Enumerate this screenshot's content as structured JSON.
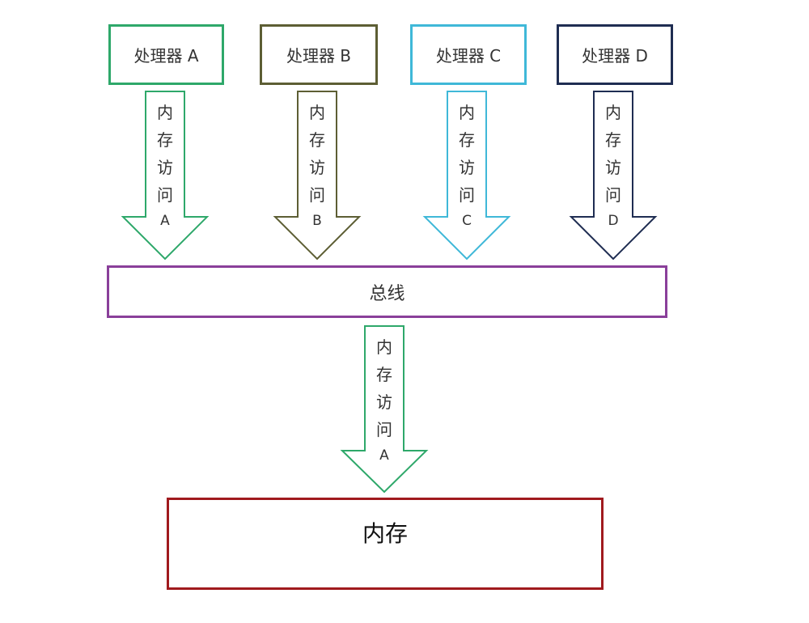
{
  "processors": [
    {
      "label": "处理器 A",
      "color": "#2ea86a"
    },
    {
      "label": "处理器 B",
      "color": "#5d5e34"
    },
    {
      "label": "处理器 C",
      "color": "#3fb8d8"
    },
    {
      "label": "处理器 D",
      "color": "#1f2d52"
    }
  ],
  "access_arrows": [
    {
      "chars": [
        "内",
        "存",
        "访",
        "问"
      ],
      "letter": "A"
    },
    {
      "chars": [
        "内",
        "存",
        "访",
        "问"
      ],
      "letter": "B"
    },
    {
      "chars": [
        "内",
        "存",
        "访",
        "问"
      ],
      "letter": "C"
    },
    {
      "chars": [
        "内",
        "存",
        "访",
        "问"
      ],
      "letter": "D"
    }
  ],
  "bus": {
    "label": "总线",
    "color": "#8a3f9a"
  },
  "bus_to_memory": {
    "chars": [
      "内",
      "存",
      "访",
      "问"
    ],
    "letter": "A",
    "color": "#2ea86a"
  },
  "memory": {
    "label": "内存",
    "color": "#a01a1e"
  }
}
